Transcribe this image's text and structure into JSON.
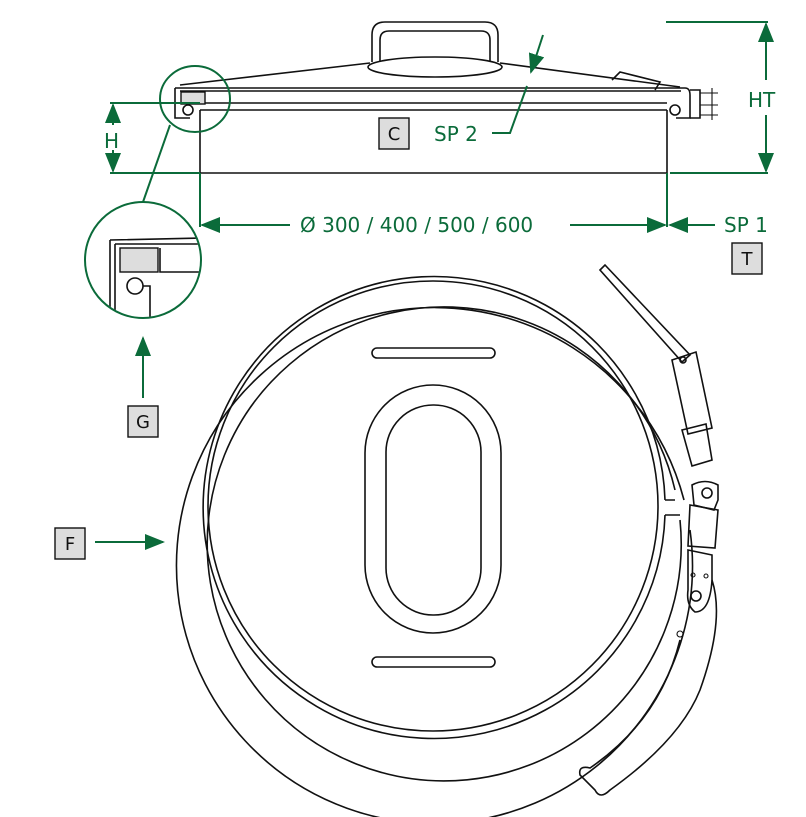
{
  "colors": {
    "dimension": "#0b6b3a",
    "line": "#111111",
    "label_box": "#dddddd"
  },
  "labels": {
    "c": "C",
    "sp2": "SP 2",
    "ht": "HT",
    "h": "H",
    "diameter": "Ø 300 / 400 / 500 / 600",
    "sp1": "SP 1",
    "t": "T",
    "g": "G",
    "f": "F"
  }
}
